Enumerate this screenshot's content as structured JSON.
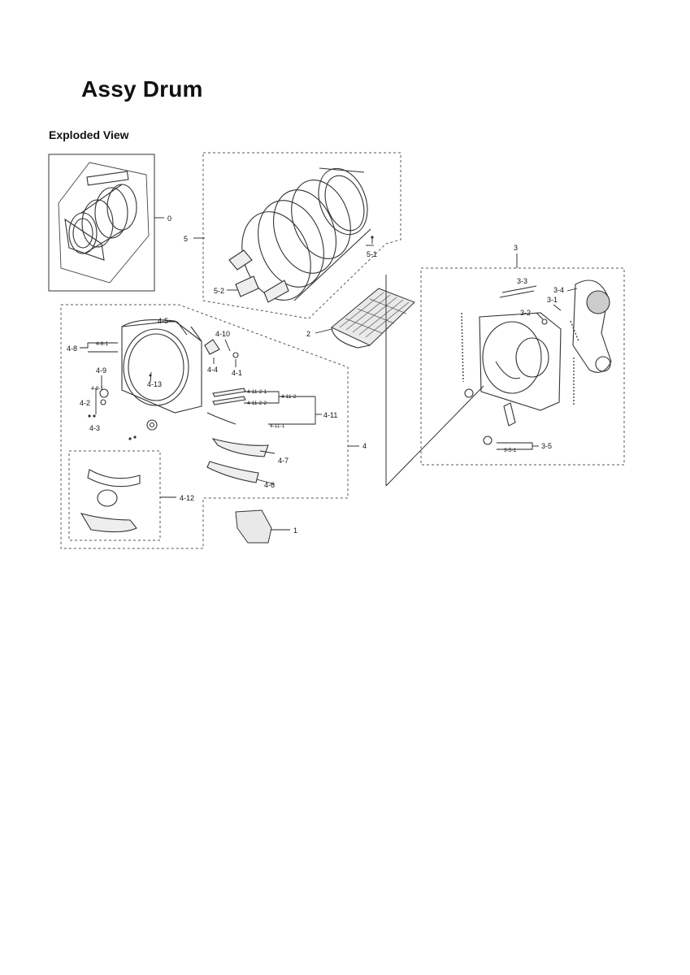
{
  "title": "Assy Drum",
  "subtitle": "Exploded View",
  "labels": {
    "l0": "0",
    "l1": "1",
    "l2": "2",
    "l3": "3",
    "l4": "4",
    "l5": "5",
    "l5_1": "5-1",
    "l5_2": "5-2",
    "l3_1": "3-1",
    "l3_2": "3-2",
    "l3_3": "3-3",
    "l3_4": "3-4",
    "l3_5": "3-5",
    "l3_5_1": "3-5-1",
    "l4_1": "4-1",
    "l4_2": "4-2",
    "l4_3": "4-3",
    "l4_4": "4-4",
    "l4_5": "4-5",
    "l4_6": "4-6",
    "l4_7": "4-7",
    "l4_8": "4-8",
    "l4_8_1": "4-8-1",
    "l4_9": "4-9",
    "l4_9_1": "4-9-1",
    "l4_10": "4-10",
    "l4_11": "4-11",
    "l4_11_1": "4-11-1",
    "l4_11_2": "4-11-2",
    "l4_11_2_1": "4-11-2-1",
    "l4_11_2_2": "4-11-2-2",
    "l4_12": "4-12",
    "l4_13": "4-13"
  }
}
